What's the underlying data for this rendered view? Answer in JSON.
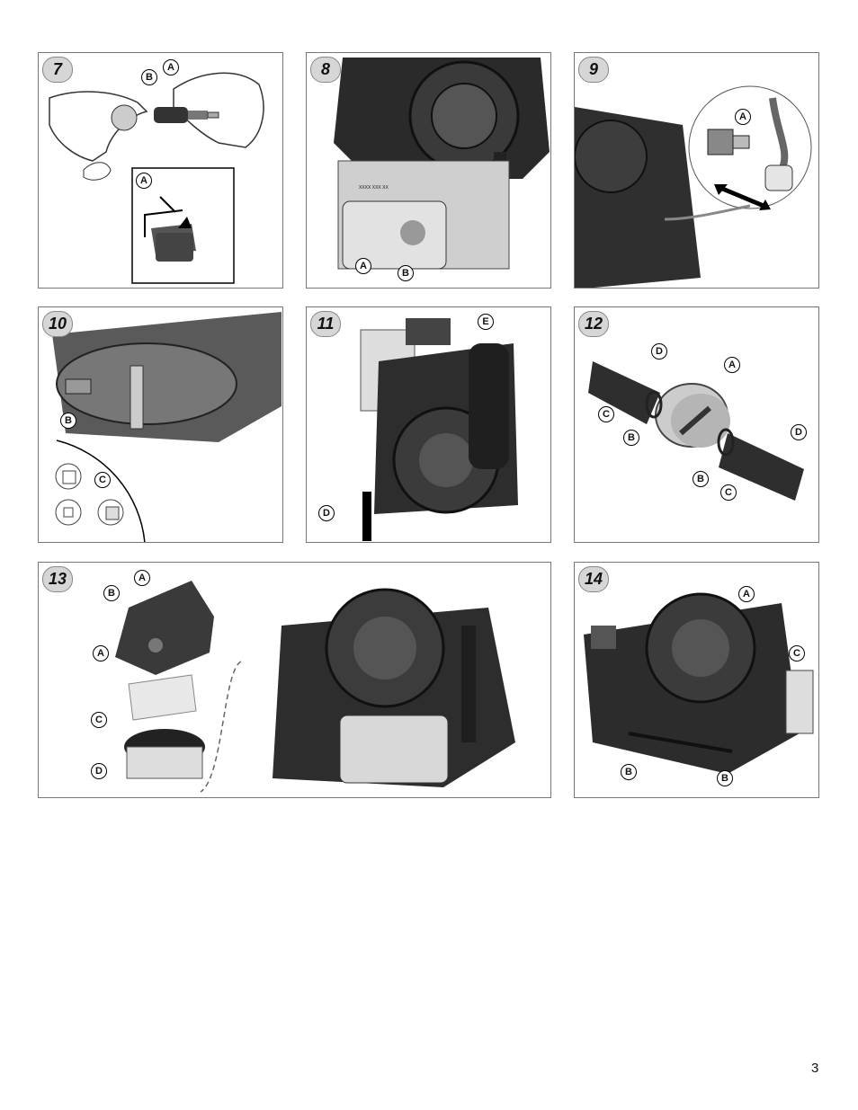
{
  "page_number": "3",
  "figures": [
    {
      "number": "7",
      "callouts": [
        "A",
        "B",
        "A"
      ]
    },
    {
      "number": "8",
      "callouts": [
        "A",
        "B"
      ],
      "engine_label": "XXXX XXX XX"
    },
    {
      "number": "9",
      "callouts": [
        "A"
      ]
    },
    {
      "number": "10",
      "callouts": [
        "B",
        "C"
      ]
    },
    {
      "number": "11",
      "callouts": [
        "E",
        "D"
      ]
    },
    {
      "number": "12",
      "callouts": [
        "D",
        "A",
        "C",
        "B",
        "D",
        "B",
        "C"
      ]
    },
    {
      "number": "13",
      "callouts": [
        "A",
        "B",
        "A",
        "C",
        "D"
      ]
    },
    {
      "number": "14",
      "callouts": [
        "A",
        "C",
        "B",
        "B"
      ]
    }
  ]
}
